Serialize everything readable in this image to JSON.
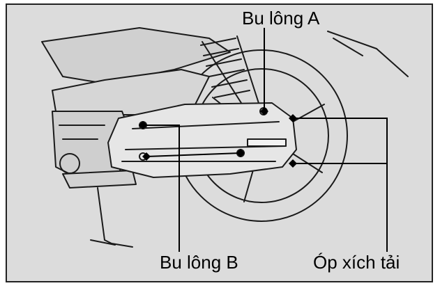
{
  "labels": {
    "bolt_a": "Bu lông A",
    "bolt_b": "Bu lông B",
    "chain_cover": "Óp xích tải"
  },
  "colors": {
    "background": "#dcdcdc",
    "line": "#1a1a1a",
    "frame": "#222222"
  }
}
